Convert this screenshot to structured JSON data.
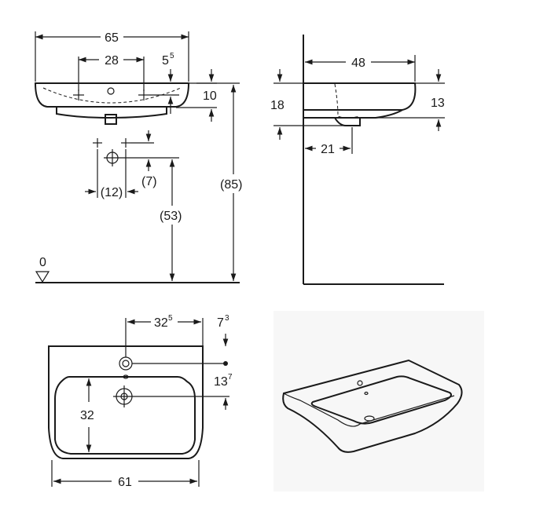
{
  "front_view": {
    "width_label": "65",
    "tap_spacing_label": "28",
    "overflow_label_main": "5",
    "overflow_label_sup": "5",
    "rim_thickness_label": "10",
    "waste_spacing_label": "(12)",
    "waste_height_label": "(7)",
    "waste_floor_label": "(53)",
    "rim_height_label": "(85)",
    "floor_label": "0"
  },
  "side_view": {
    "depth_label": "48",
    "height_label": "18",
    "bowl_height_label": "13",
    "waste_offset_label": "21"
  },
  "top_view": {
    "tap_offset_main": "32",
    "tap_offset_sup": "5",
    "edge_offset_main": "7",
    "edge_offset_sup": "3",
    "hole_offset_main": "13",
    "hole_offset_sup": "7",
    "bowl_depth_label": "32",
    "bowl_width_label": "61"
  },
  "perspective_view": {}
}
